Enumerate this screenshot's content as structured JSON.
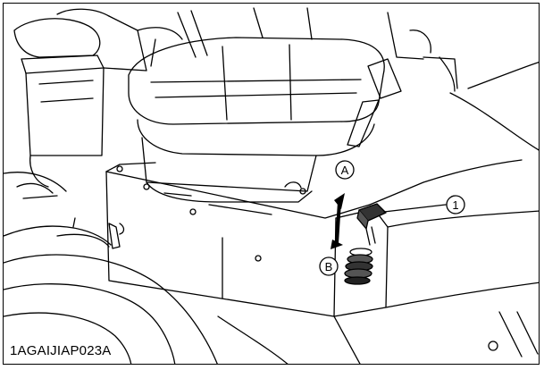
{
  "figure": {
    "code": "1AGAIJIAP023A"
  },
  "callouts": {
    "part_1": "1",
    "direction_a": "A",
    "direction_b": "B"
  },
  "colors": {
    "line": "#000000",
    "background": "#ffffff",
    "knob_fill": "#333333"
  }
}
